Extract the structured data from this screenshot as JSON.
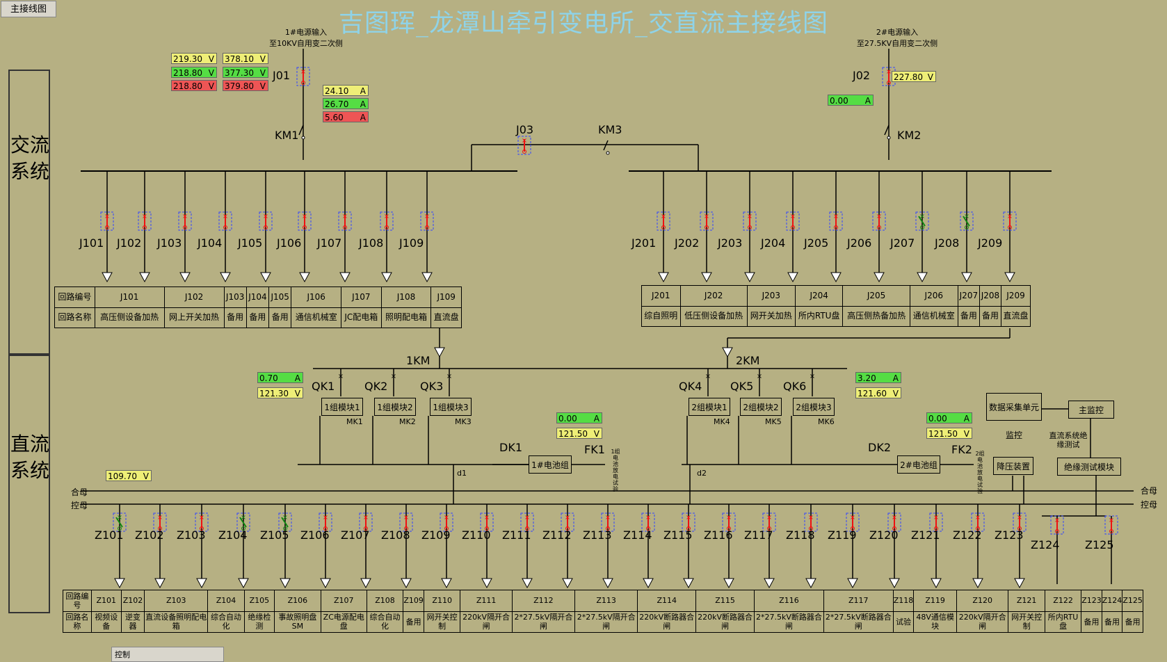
{
  "app": {
    "tab": "主接线图",
    "title": "吉图珲_龙潭山牵引变电所_交直流主接线图"
  },
  "sections": {
    "ac": "交流系统",
    "dc": "直流系统"
  },
  "sources": {
    "src1": {
      "line1": "1#电源输入",
      "line2": "至10KV自用变二次侧"
    },
    "src2": {
      "line1": "2#电源输入",
      "line2": "至27.5KV自用变二次侧"
    }
  },
  "labels": {
    "J01": "J01",
    "J02": "J02",
    "J03": "J03",
    "KM1": "KM1",
    "KM2": "KM2",
    "KM3": "KM3",
    "1KM": "1KM",
    "2KM": "2KM",
    "DK1": "DK1",
    "DK2": "DK2",
    "FK1": "FK1",
    "FK2": "FK2",
    "d1": "d1",
    "d2": "d2",
    "hemu": "合母",
    "kongmu": "控母",
    "fk1_note": "1组电池放电试验",
    "fk2_note": "2组电池放电试验",
    "dc_test_note": "直流系统绝缘测试"
  },
  "meters": {
    "src1_v": [
      {
        "val": "219.30",
        "unit": "V",
        "color": "yellow"
      },
      {
        "val": "378.10",
        "unit": "V",
        "color": "yellow"
      },
      {
        "val": "218.80",
        "unit": "V",
        "color": "green"
      },
      {
        "val": "377.30",
        "unit": "V",
        "color": "green"
      },
      {
        "val": "218.80",
        "unit": "V",
        "color": "red"
      },
      {
        "val": "379.80",
        "unit": "V",
        "color": "red"
      }
    ],
    "src1_a": [
      {
        "val": "24.10",
        "unit": "A",
        "color": "yellow"
      },
      {
        "val": "26.70",
        "unit": "A",
        "color": "green"
      },
      {
        "val": "5.60",
        "unit": "A",
        "color": "red"
      }
    ],
    "src2_v": {
      "val": "227.80",
      "unit": "V",
      "color": "yellow"
    },
    "src2_a": {
      "val": "0.00",
      "unit": "A",
      "color": "green"
    },
    "g1_a": {
      "val": "0.70",
      "unit": "A",
      "color": "green"
    },
    "g1_v": {
      "val": "121.30",
      "unit": "V",
      "color": "yellow"
    },
    "g2_a": {
      "val": "3.20",
      "unit": "A",
      "color": "green"
    },
    "g2_v": {
      "val": "121.60",
      "unit": "V",
      "color": "yellow"
    },
    "bat1_a": {
      "val": "0.00",
      "unit": "A",
      "color": "green"
    },
    "bat1_v": {
      "val": "121.50",
      "unit": "V",
      "color": "yellow"
    },
    "bat2_a": {
      "val": "0.00",
      "unit": "A",
      "color": "green"
    },
    "bat2_v": {
      "val": "121.50",
      "unit": "V",
      "color": "yellow"
    },
    "ctrl_v": {
      "val": "109.70",
      "unit": "V",
      "color": "yellow"
    }
  },
  "modules": {
    "qk": [
      "QK1",
      "QK2",
      "QK3",
      "QK4",
      "QK5",
      "QK6"
    ],
    "mk": [
      {
        "label": "1组模块1",
        "code": "MK1"
      },
      {
        "label": "1组模块2",
        "code": "MK2"
      },
      {
        "label": "1组模块3",
        "code": "MK3"
      },
      {
        "label": "2组模块1",
        "code": "MK4"
      },
      {
        "label": "2组模块2",
        "code": "MK5"
      },
      {
        "label": "2组模块3",
        "code": "MK6"
      }
    ],
    "bat1": "1#电池组",
    "bat2": "2#电池组",
    "stepdown": "降压装置",
    "dau": "数据采集单元监控",
    "main_monitor": "主监控",
    "insul": "绝缘测试模块"
  },
  "ac_left": {
    "head_code": "回路编号",
    "head_name": "回路名称",
    "codes": [
      "J101",
      "J102",
      "J103",
      "J104",
      "J105",
      "J106",
      "J107",
      "J108",
      "J109"
    ],
    "names": [
      "高压侧设备加热",
      "网上开关加热",
      "备用",
      "备用",
      "备用",
      "通信机械室",
      "JC配电箱",
      "照明配电箱",
      "直流盘"
    ]
  },
  "ac_right": {
    "codes": [
      "J201",
      "J202",
      "J203",
      "J204",
      "J205",
      "J206",
      "J207",
      "J208",
      "J209"
    ],
    "names": [
      "综自照明",
      "低压侧设备加热",
      "网开关加热",
      "所内RTU盘",
      "高压侧热备加热",
      "通信机械室",
      "备用",
      "备用",
      "直流盘"
    ]
  },
  "dc": {
    "head_code": "回路编号",
    "head_name": "回路名称",
    "codes": [
      "Z101",
      "Z102",
      "Z103",
      "Z104",
      "Z105",
      "Z106",
      "Z107",
      "Z108",
      "Z109",
      "Z110",
      "Z111",
      "Z112",
      "Z113",
      "Z114",
      "Z115",
      "Z116",
      "Z117",
      "Z118",
      "Z119",
      "Z120",
      "Z121",
      "Z122",
      "Z123",
      "Z124",
      "Z125"
    ],
    "names": [
      "视频设备",
      "逆变器",
      "直流设备照明配电箱",
      "综合自动化",
      "绝缘检测",
      "事故照明盘SM",
      "ZC电源配电盘",
      "综合自动化",
      "备用",
      "网开关控制",
      "220kV隔开合闸",
      "2*27.5kV隔开合闸",
      "2*27.5kV隔开合闸",
      "220kV断路器合闸",
      "220kV断路器合闸",
      "2*27.5kV断路器合闸",
      "2*27.5kV断路器合闸",
      "试验",
      "48V通信模块",
      "220kV隔开合闸",
      "网开关控制",
      "所内RTU盘",
      "备用",
      "备用",
      "备用"
    ],
    "breaker_state": [
      "closed",
      "open",
      "open",
      "closed",
      "closed",
      "open",
      "open",
      "open",
      "open",
      "open",
      "open",
      "open",
      "open",
      "open",
      "open",
      "open",
      "open",
      "open",
      "open",
      "open",
      "open",
      "open",
      "open",
      "open",
      "open"
    ]
  },
  "ac_breaker_state_right": [
    "open",
    "open",
    "open",
    "open",
    "open",
    "open",
    "closed",
    "closed",
    "open"
  ],
  "bottom": {
    "title": "控制"
  }
}
